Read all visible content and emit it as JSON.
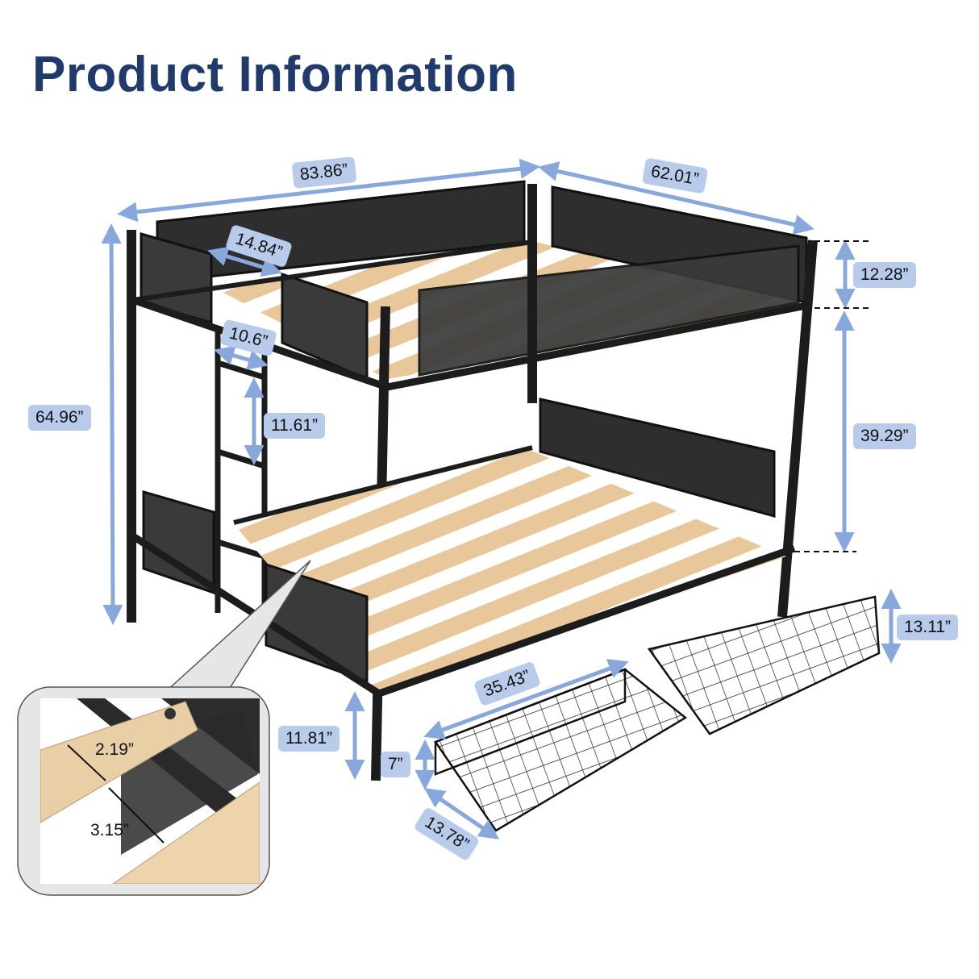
{
  "title": "Product Information",
  "colors": {
    "title": "#1f3a6b",
    "label_bg": "#b8cbea",
    "arrow": "#88a8dc",
    "frame": "#1c1c1c",
    "slat": "#e8c79a",
    "mesh": "#3a3a3a"
  },
  "dimensions": {
    "overall_length": "83.86”",
    "overall_width": "62.01”",
    "overall_height": "64.96”",
    "guardrail_height": "12.28”",
    "bunk_clearance": "39.29”",
    "guardrail_opening": "14.84”",
    "ladder_width": "10.6”",
    "ladder_rung_spacing": "11.61”",
    "under_bed_clearance": "11.81”",
    "drawer_length": "35.43”",
    "drawer_height": "7”",
    "drawer_depth": "13.78”",
    "basket_total_height": "13.11”"
  },
  "inset": {
    "slat_width": "2.19”",
    "slat_gap": "3.15”"
  },
  "icons": {
    "dimension_arrow": "double-arrow",
    "callout": "zoom-callout-bubble"
  }
}
